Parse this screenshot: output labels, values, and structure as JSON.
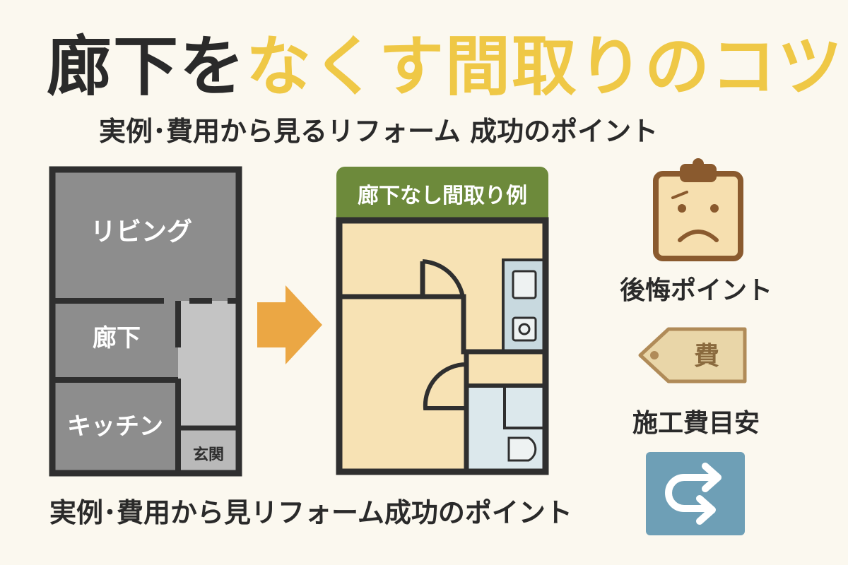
{
  "title": {
    "part1": "廊下を",
    "part2": "なくす間取りのコツ"
  },
  "subtitle": "実例･費用から見るリフォーム 成功のポイント",
  "before_plan": {
    "living": "リビング",
    "hallway": "廊下",
    "kitchen": "キッチン",
    "entrance": "玄関"
  },
  "after_plan": {
    "header": "廊下なし間取り例"
  },
  "side_items": [
    {
      "label": "後悔ポイント",
      "icon": "clipboard-sad-face-icon"
    },
    {
      "label": "施工費目安",
      "icon": "price-tag-icon",
      "tag_text": "費"
    },
    {
      "icon": "redo-arrow-icon"
    }
  ],
  "bottom_text": "実例･費用から見リフォーム成功のポイント",
  "colors": {
    "background": "#fbf8ef",
    "title_dark": "#2a2a2a",
    "title_accent": "#efc846",
    "room_gray": "#8d8d8d",
    "hall_gray": "#c4c4c4",
    "arrow_orange": "#eba744",
    "header_green": "#6d8a3b",
    "floor_beige": "#f7e2b4",
    "icon_brown": "#8a5a2e",
    "icon_tag": "#e9d6a8",
    "icon_blue": "#6e9fb6"
  }
}
